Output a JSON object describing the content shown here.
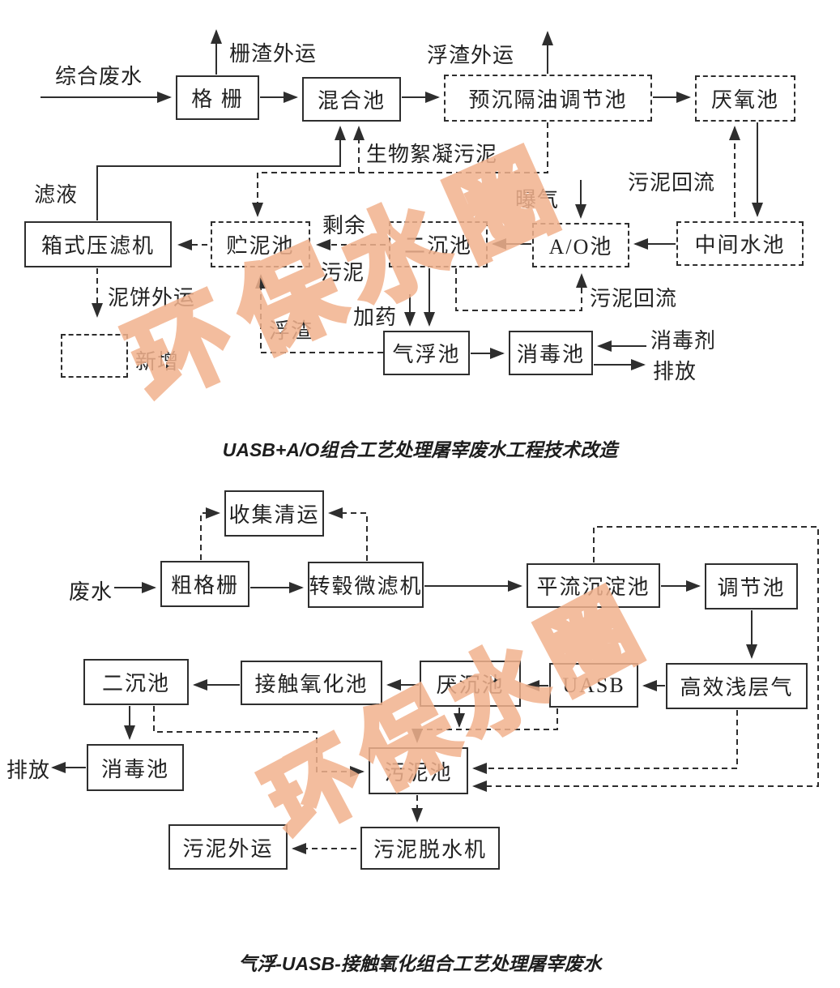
{
  "watermark": {
    "text": "环保水圈",
    "color": "#f2b28e"
  },
  "d1": {
    "caption": "UASB+A/O组合工艺处理屠宰废水工程技术改造",
    "boxes": {
      "bar_screen": "格 栅",
      "mixing": "混合池",
      "pre_sett": "预沉隔油调节池",
      "anaerobic": "厌氧池",
      "filter_press": "箱式压滤机",
      "sludge_storage": "贮泥池",
      "secondary": "二沉池",
      "ao": "A/O池",
      "intermediate": "中间水池",
      "flotation": "气浮池",
      "disinfect": "消毒池"
    },
    "labels": {
      "influent": "综合废水",
      "screen_out": "栅渣外运",
      "scum_out": "浮渣外运",
      "bio_floc": "生物絮凝污泥",
      "aeration": "曝气",
      "sludge_return_right": "污泥回流",
      "filtrate": "滤液",
      "surplus_a": "剩余",
      "surplus_b": "污泥",
      "sludge_return_bottom": "污泥回流",
      "mud_cake": "泥饼外运",
      "scum": "浮渣",
      "dosing": "加药",
      "legend_new": "新增",
      "disinfectant": "消毒剂",
      "discharge": "排放"
    }
  },
  "d2": {
    "caption": "气浮-UASB-接触氧化组合工艺处理屠宰废水",
    "boxes": {
      "collect": "收集清运",
      "coarse_screen": "粗格栅",
      "drum_filter": "转毂微滤机",
      "horiz_sett": "平流沉淀池",
      "regulating": "调节池",
      "secondary": "二沉池",
      "contact_ox": "接触氧化池",
      "anaer_sett": "厌沉池",
      "uasb": "UASB",
      "shallow_air": "高效浅层气",
      "disinfect": "消毒池",
      "sludge_tank": "污泥池",
      "sludge_out": "污泥外运",
      "dewater": "污泥脱水机"
    },
    "labels": {
      "wastewater": "废水",
      "discharge": "排放"
    }
  }
}
